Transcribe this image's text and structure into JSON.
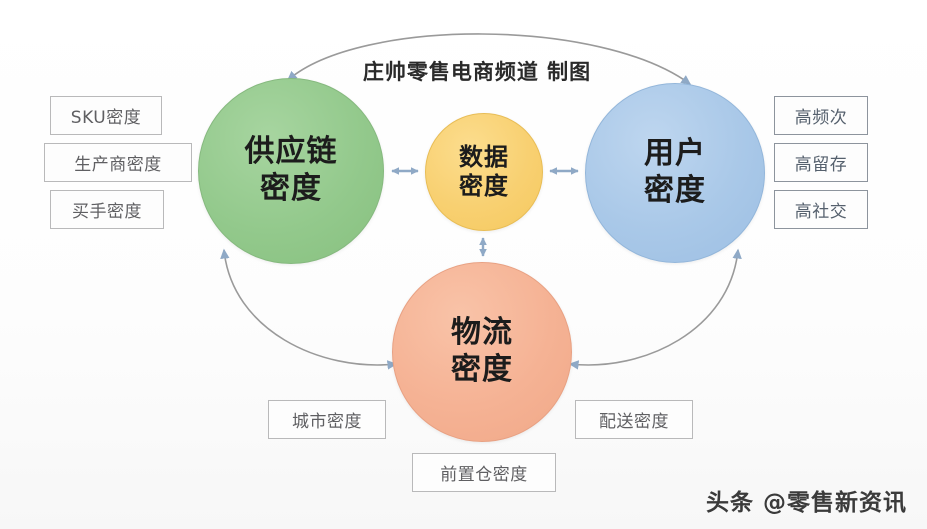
{
  "credit": {
    "text": "庄帅零售电商频道 制图"
  },
  "watermark": {
    "text": "头条 @零售新资讯"
  },
  "nodes": [
    {
      "id": "supply",
      "line1": "供应链",
      "line2": "密度",
      "color": "#93c98c",
      "role": "supply-chain-density"
    },
    {
      "id": "data",
      "line1": "数据",
      "line2": "密度",
      "color": "#f8d071",
      "role": "data-density"
    },
    {
      "id": "user",
      "line1": "用户",
      "line2": "密度",
      "color": "#a9c8e8",
      "role": "user-density"
    },
    {
      "id": "logistics",
      "line1": "物流",
      "line2": "密度",
      "color": "#f5b294",
      "role": "logistics-density"
    }
  ],
  "tags": {
    "left": [
      {
        "id": "sku",
        "label": "SKU密度"
      },
      {
        "id": "maker",
        "label": "生产商密度"
      },
      {
        "id": "buyer",
        "label": "买手密度"
      }
    ],
    "right": [
      {
        "id": "freq",
        "label": "高频次"
      },
      {
        "id": "retain",
        "label": "高留存"
      },
      {
        "id": "social",
        "label": "高社交"
      }
    ],
    "bottom": [
      {
        "id": "city",
        "label": "城市密度"
      },
      {
        "id": "warehouse",
        "label": "前置仓密度"
      },
      {
        "id": "delivery",
        "label": "配送密度"
      }
    ]
  },
  "connections": [
    {
      "from": "supply",
      "to": "data",
      "style": "straight",
      "arrows": "double"
    },
    {
      "from": "data",
      "to": "user",
      "style": "straight",
      "arrows": "double"
    },
    {
      "from": "data",
      "to": "logistics",
      "style": "straight",
      "arrows": "double"
    },
    {
      "from": "supply",
      "to": "user",
      "style": "arc-top",
      "arrows": "double"
    },
    {
      "from": "supply",
      "to": "logistics",
      "style": "arc-left",
      "arrows": "double"
    },
    {
      "from": "user",
      "to": "logistics",
      "style": "arc-right",
      "arrows": "double"
    }
  ],
  "colors": {
    "arrow": "#8fa9c6",
    "arc_line": "#9a9a9a",
    "tag_border": "#b9b9ba",
    "tag_text": "#5f5f62"
  }
}
